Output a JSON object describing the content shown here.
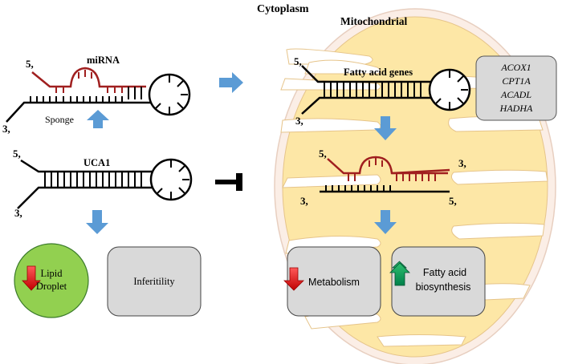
{
  "labels": {
    "cytoplasm": "Cytoplasm",
    "mitochondrial": "Mitochondrial",
    "mirna": "miRNA",
    "uca1": "UCA1",
    "sponge": "Sponge",
    "fatty_acid_genes": "Fatty acid genes",
    "lipid_droplet_line1": "Lipid",
    "lipid_droplet_line2": "Droplet",
    "infertility": "Inferitility",
    "metabolism": "Metabolism",
    "fatty_acid_line1": "Fatty acid",
    "fatty_acid_line2": "biosynthesis",
    "prime5": "5,",
    "prime3": "3,"
  },
  "genes": [
    "ACOX1",
    "CPT1A",
    "ACADL",
    "HADHA"
  ],
  "colors": {
    "arrow_blue": "#5b9bd5",
    "rna_red": "#a01f1f",
    "mito_fill": "#fde7a6",
    "mito_outer": "#fbeee6",
    "lipid_green": "#92d050",
    "box_gray": "#d9d9d9",
    "down_red": "#e00000",
    "up_green": "#00a050"
  }
}
